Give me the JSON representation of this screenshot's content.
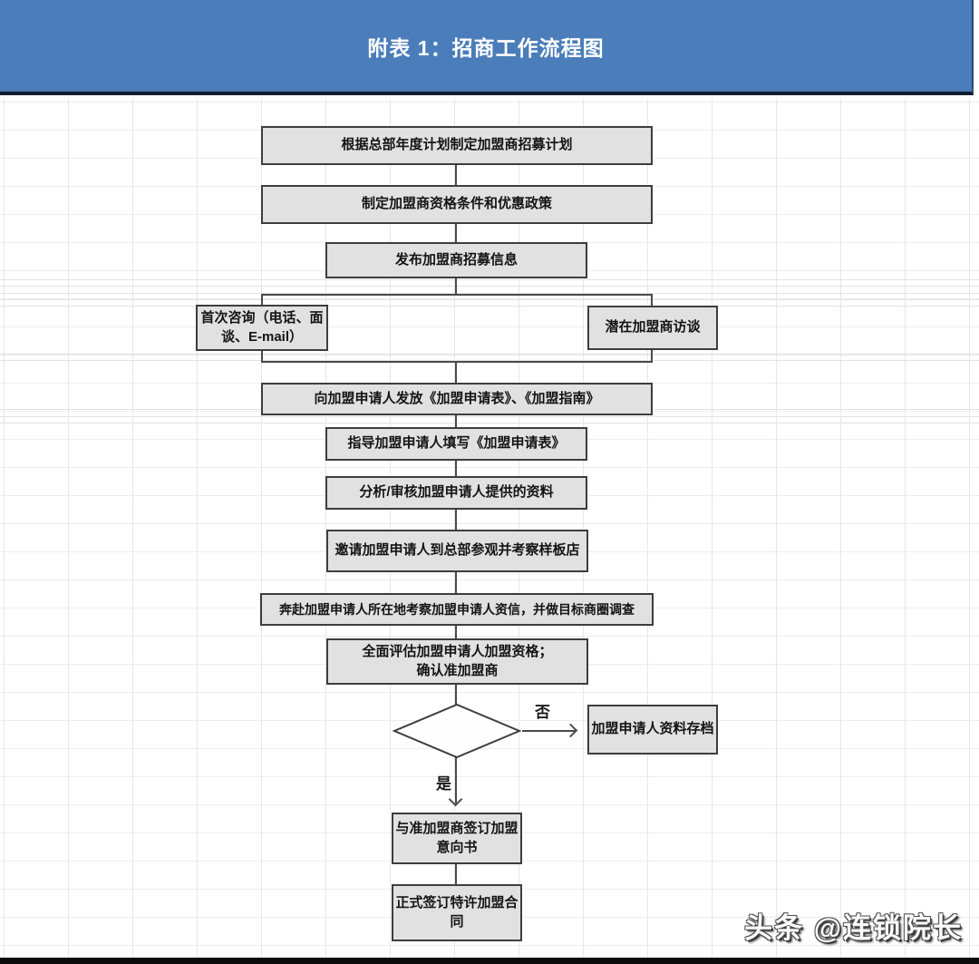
{
  "header": {
    "title": "附表 1：招商工作流程图"
  },
  "colors": {
    "header_bg": "#4a7db9",
    "header_text": "#ffffff",
    "header_bottom_border": "#101c30",
    "node_fill": "#e1e1e1",
    "node_border": "#3d3d3d",
    "connector": "#4a4a4a",
    "grid_line": "#e7e7e7",
    "bottom_bar": "#0b0b0b"
  },
  "nodes": {
    "annual_plan": "根据总部年度计划制定加盟商招募计划",
    "qualification_policy": "制定加盟商资格条件和优惠政策",
    "publish_info": "发布加盟商招募信息",
    "first_consult": "首次咨询（电话、面谈、E-mail）",
    "potential_interview": "潜在加盟商访谈",
    "send_forms": "向加盟申请人发放《加盟申请表》、《加盟指南》",
    "guide_fill": "指导加盟申请人填写《加盟申请表》",
    "analyze_review": "分析/审核加盟申请人提供的资料",
    "invite_visit": "邀请加盟申请人到总部参观并考察样板店",
    "field_investigation": "奔赴加盟申请人所在地考察加盟申请人资信，并做目标商圈调查",
    "evaluate": "全面评估加盟申请人加盟资格；\n确认准加盟商",
    "archive": "加盟申请人资料存档",
    "sign_intent": "与准加盟商签订加盟意向书",
    "sign_contract": "正式签订特许加盟合同"
  },
  "decision": {
    "no_label": "否",
    "yes_label": "是"
  },
  "watermark": {
    "text": "头条 @连锁院长"
  }
}
